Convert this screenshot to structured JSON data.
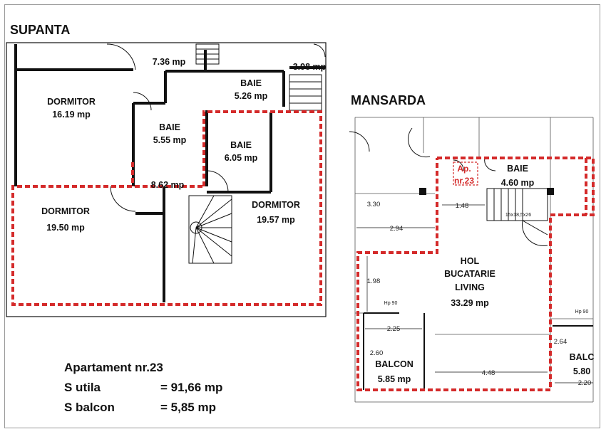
{
  "titles": {
    "left": "SUPANTA",
    "right": "MANSARDA"
  },
  "supanta_rooms": [
    {
      "name": "",
      "area": "7.36 mp"
    },
    {
      "name": "BAIE",
      "area": "5.26 mp"
    },
    {
      "name": "",
      "area": "3.98 mp"
    },
    {
      "name": "DORMITOR",
      "area": "16.19 mp"
    },
    {
      "name": "BAIE",
      "area": "5.55 mp"
    },
    {
      "name": "BAIE",
      "area": "6.05 mp"
    },
    {
      "name": "",
      "area": "8.62 mp"
    },
    {
      "name": "DORMITOR",
      "area": "19.50 mp"
    },
    {
      "name": "DORMITOR",
      "area": "19.57 mp"
    }
  ],
  "mansarda": {
    "ap_label": "Ap.",
    "ap_number": "nr.23",
    "rooms": [
      {
        "name": "BAIE",
        "area": "4.60 mp"
      },
      {
        "name_lines": [
          "HOL",
          "BUCATARIE",
          "LIVING"
        ],
        "area": "33.29 mp"
      },
      {
        "name": "BALCON",
        "area": "5.85 mp"
      },
      {
        "name": "BALC",
        "area": "5.80"
      }
    ],
    "dimensions": [
      "3.30",
      "1.48",
      "2.94",
      "1.98",
      "2.25",
      "2.60",
      "4.48",
      "2.64",
      "2.20"
    ],
    "hp_labels": [
      "Hp 90",
      "Hp 90"
    ],
    "stair_label": "15x18,5x26"
  },
  "summary": {
    "title": "Apartament nr.23",
    "row1_label": "S utila",
    "row1_value": "= 91,66 mp",
    "row2_label": "S balcon",
    "row2_value": "= 5,85 mp"
  }
}
